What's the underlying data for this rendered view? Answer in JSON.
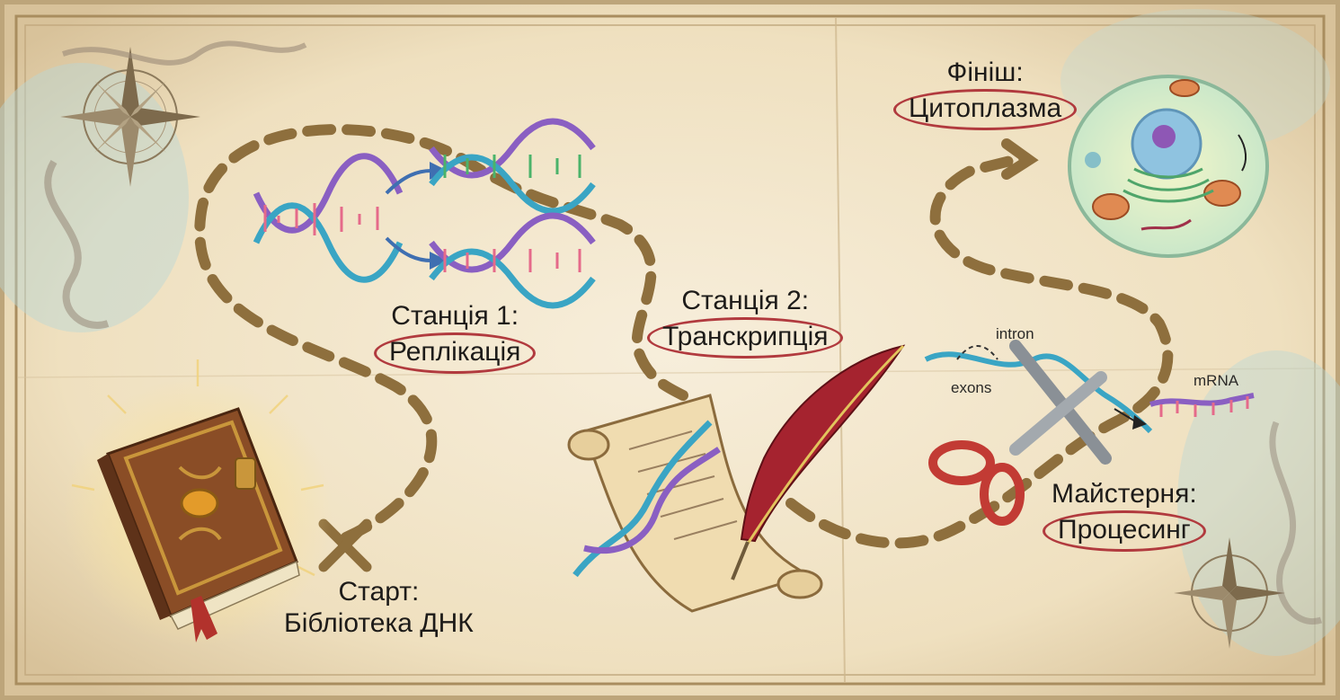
{
  "stations": {
    "start": {
      "line1": "Старт:",
      "line2": "Бібліотека ДНК"
    },
    "station1": {
      "line1": "Станція 1:",
      "line2": "Реплікація"
    },
    "station2": {
      "line1": "Станція 2:",
      "line2": "Транскрипція"
    },
    "workshop": {
      "line1": "Майстерня:",
      "line2": "Процесинг"
    },
    "finish": {
      "line1": "Фініш:",
      "line2": "Цитоплазма"
    }
  },
  "annotations": {
    "intron": "intron",
    "exons": "exons",
    "mrna": "mRNA"
  },
  "icons": [
    "compass-rose-icon",
    "dna-library-book-icon",
    "x-marker-icon",
    "dna-helix-icon",
    "scroll-quill-icon",
    "scissors-icon",
    "cell-icon"
  ],
  "colors": {
    "parchment": "#efe2c4",
    "path": "#8e6f3d",
    "pill_border": "#b13a3e",
    "text": "#1d1b19"
  }
}
